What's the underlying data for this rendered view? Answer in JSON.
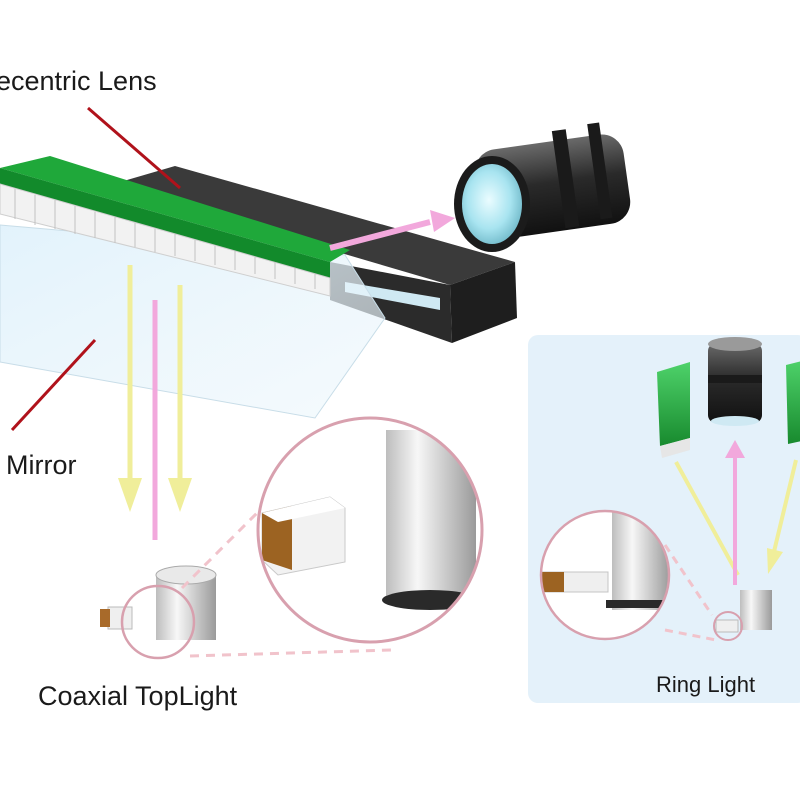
{
  "labels": {
    "telecentric_lens": "ecentric Lens",
    "mirror": "Mirror",
    "coaxial_toplight": "Coaxial TopLight",
    "ring_light": "Ring Light"
  },
  "colors": {
    "pointer_line": "#b0121b",
    "coaxial_light_arrow": "#f0ee9a",
    "reflected_light_arrow": "#f2a8dc",
    "led_board_green": "#1fa83a",
    "housing_dark": "#2f2f2f",
    "inset_panel": "#e4f1fa",
    "magnifier_circle": "#d8a0ae"
  }
}
